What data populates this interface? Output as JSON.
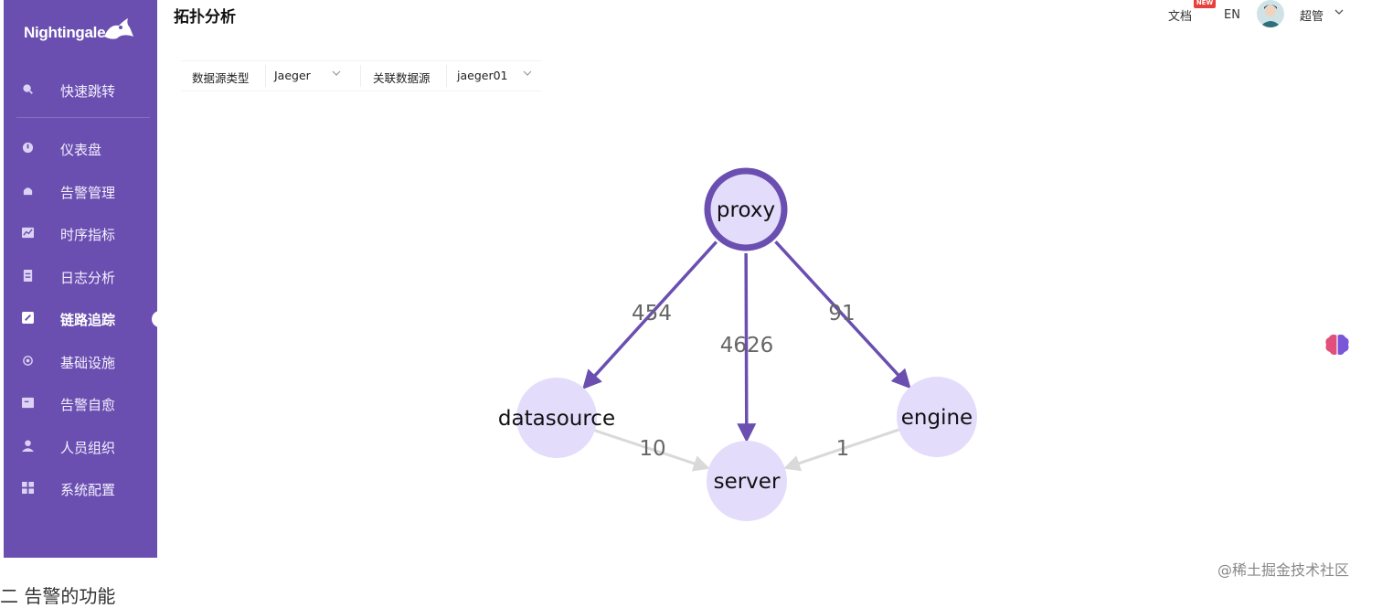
{
  "app": {
    "name": "Nightingale",
    "page_title": "拓扑分析"
  },
  "sidebar": {
    "items": [
      {
        "label": "快速跳转",
        "icon": "search-icon"
      },
      {
        "label": "仪表盘",
        "icon": "dashboard-icon"
      },
      {
        "label": "告警管理",
        "icon": "alarm-bell-icon"
      },
      {
        "label": "时序指标",
        "icon": "chart-icon"
      },
      {
        "label": "日志分析",
        "icon": "log-icon"
      },
      {
        "label": "链路追踪",
        "icon": "link-icon",
        "active": true
      },
      {
        "label": "基础设施",
        "icon": "infrastructure-icon"
      },
      {
        "label": "告警自愈",
        "icon": "self-heal-icon"
      },
      {
        "label": "人员组织",
        "icon": "user-icon"
      },
      {
        "label": "系统配置",
        "icon": "grid-icon"
      }
    ]
  },
  "header": {
    "docs_label": "文档",
    "docs_badge": "NEW",
    "lang_label": "EN",
    "user_label": "超管"
  },
  "filters": {
    "datasource_type_label": "数据源类型",
    "datasource_type_value": "Jaeger",
    "related_datasource_label": "关联数据源",
    "related_datasource_value": "jaeger01"
  },
  "topology": {
    "nodes": [
      {
        "id": "proxy",
        "label": "proxy"
      },
      {
        "id": "datasource",
        "label": "datasource"
      },
      {
        "id": "server",
        "label": "server"
      },
      {
        "id": "engine",
        "label": "engine"
      }
    ],
    "edges": [
      {
        "from": "proxy",
        "to": "datasource",
        "count": "454"
      },
      {
        "from": "proxy",
        "to": "server",
        "count": "4626"
      },
      {
        "from": "proxy",
        "to": "engine",
        "count": "91"
      },
      {
        "from": "datasource",
        "to": "server",
        "count": "10"
      },
      {
        "from": "engine",
        "to": "server",
        "count": "1"
      }
    ]
  },
  "colors": {
    "sidebar_bg": "#6a4fb0",
    "node_fill": "#e4dcfb",
    "node_stroke_active": "#6a4fb0",
    "edge_primary": "#6a4fb0",
    "edge_secondary": "#d9d9d9"
  },
  "watermark": "@稀土掘金技术社区",
  "bottom_caption": "二 告警的功能"
}
